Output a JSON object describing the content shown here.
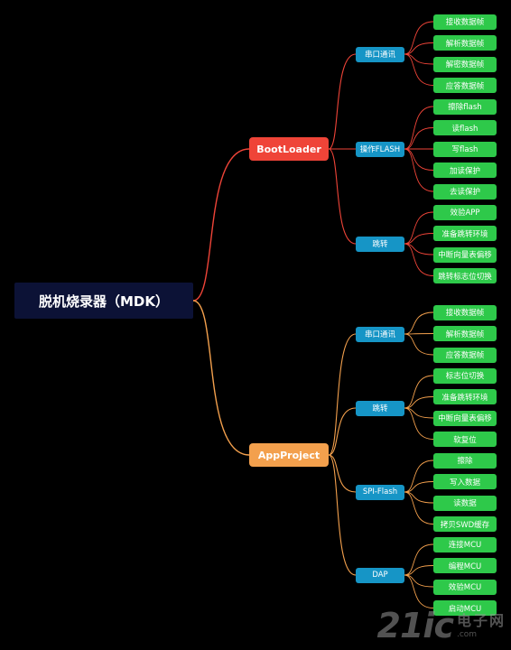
{
  "root": {
    "label": "脱机烧录器（MDK）"
  },
  "colors": {
    "bootloader": "#ef4438",
    "appproject": "#f3a04d",
    "l2": "#1695c6",
    "leaf": "#2ec94a"
  },
  "branches": [
    {
      "label": "BootLoader",
      "children": [
        {
          "label": "串口通讯",
          "leaves": [
            "接收数据帧",
            "解析数据帧",
            "解密数据帧",
            "应答数据帧"
          ]
        },
        {
          "label": "操作FLASH",
          "leaves": [
            "擦除flash",
            "读flash",
            "写flash",
            "加读保护",
            "去读保护"
          ]
        },
        {
          "label": "跳转",
          "leaves": [
            "效验APP",
            "准备跳转环境",
            "中断向量表偏移",
            "跳转标志位切换"
          ]
        }
      ]
    },
    {
      "label": "AppProject",
      "children": [
        {
          "label": "串口通讯",
          "leaves": [
            "接收数据帧",
            "解析数据帧",
            "应答数据帧"
          ]
        },
        {
          "label": "跳转",
          "leaves": [
            "标志位切换",
            "准备跳转环境",
            "中断向量表偏移",
            "软复位"
          ]
        },
        {
          "label": "SPI-Flash",
          "leaves": [
            "擦除",
            "写入数据",
            "读数据",
            "拷贝SWD缓存"
          ]
        },
        {
          "label": "DAP",
          "leaves": [
            "连接MCU",
            "编程MCU",
            "效验MCU",
            "启动MCU"
          ]
        }
      ]
    }
  ],
  "watermark": {
    "main": "21ic",
    "cn": "电子网",
    "sub": ".com"
  }
}
